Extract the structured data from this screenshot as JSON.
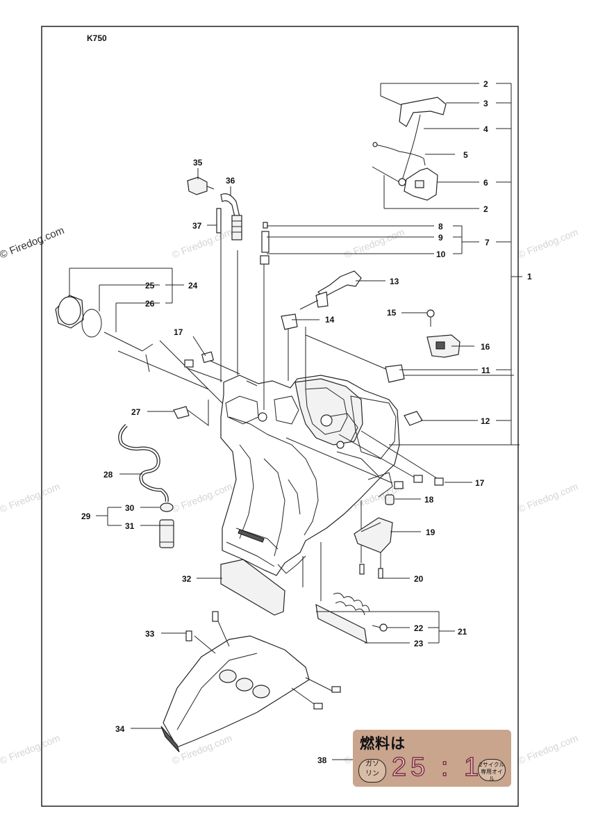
{
  "model": "K750",
  "watermark": "© Firedog.com",
  "callouts": [
    "1",
    "2",
    "3",
    "4",
    "5",
    "6",
    "7",
    "8",
    "9",
    "10",
    "11",
    "12",
    "13",
    "14",
    "15",
    "16",
    "17",
    "18",
    "19",
    "20",
    "21",
    "22",
    "23",
    "24",
    "25",
    "26",
    "27",
    "28",
    "29",
    "30",
    "31",
    "32",
    "33",
    "34",
    "35",
    "36",
    "37",
    "38"
  ],
  "sticker": {
    "title": "燃料は",
    "left_line1": "ガソ",
    "left_line2": "リン",
    "ratio": "25 : 1",
    "right_line1": "2サイクル",
    "right_line2": "専用オイル"
  }
}
